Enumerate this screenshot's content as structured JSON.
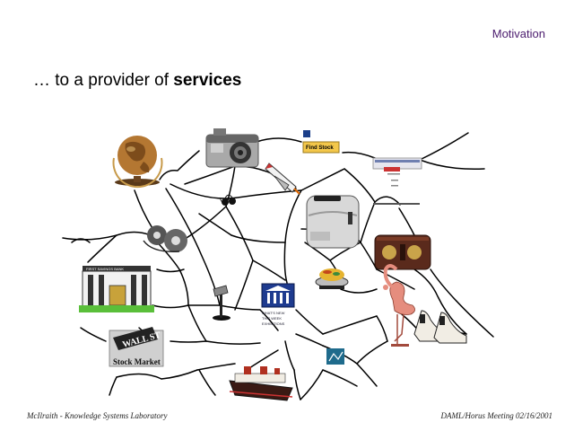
{
  "header": {
    "section_label": "Motivation",
    "title_prefix": "… to a provider of ",
    "title_emphasis": "services"
  },
  "footer": {
    "left": "McIlraith - Knowledge Systems Laboratory",
    "right": "DAML/Horus Meeting 02/16/2001"
  },
  "figure": {
    "find_stock_label": "Find Stock",
    "wall_street_label": "WALL ST",
    "stock_market_label": "Stock Market",
    "museum_label_lines": [
      "WHAT'S NEW",
      "THIS WEEK",
      "EXHIBITIONS"
    ],
    "bank_sign": "FIRST SAVINGS BANK"
  },
  "colors": {
    "section_label": "#4b1c6e",
    "web_lines": "#000000",
    "globe": "#a86a26",
    "flamingo": "#e58d7e",
    "radio": "#5a2a1c"
  }
}
